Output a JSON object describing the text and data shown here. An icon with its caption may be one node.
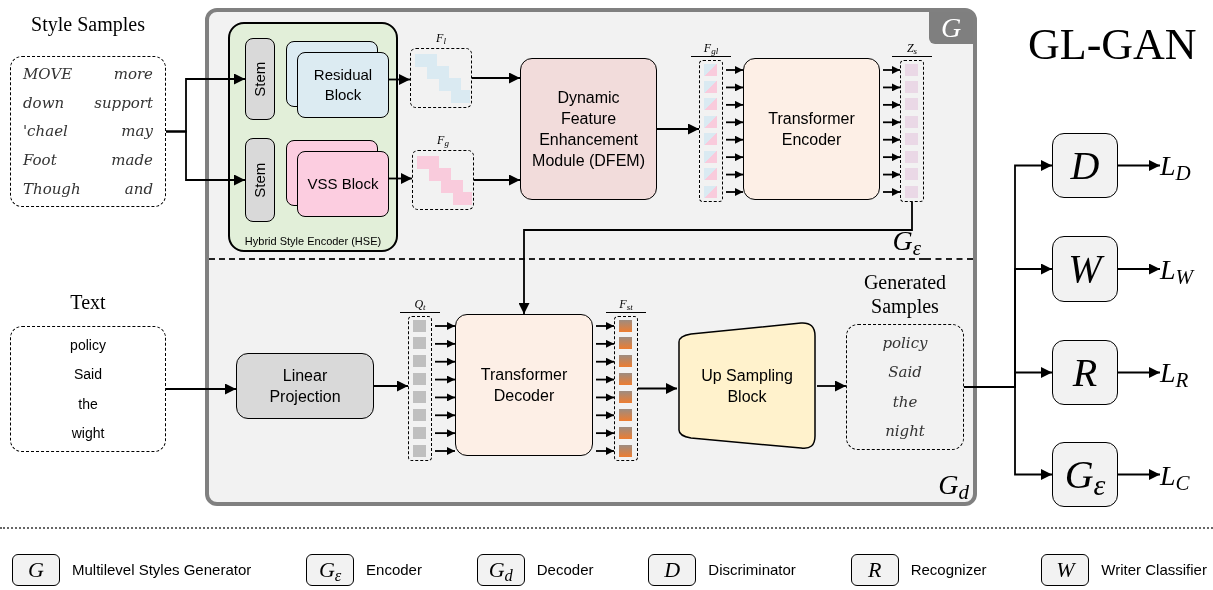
{
  "diagram": {
    "title": "GL-GAN",
    "nodes": [
      {
        "text": [
          "Style Samples",
          "MOVE",
          "more",
          "down",
          "support",
          "'chael",
          "may",
          "Foot",
          "made",
          "Though",
          "and"
        ]
      },
      {
        "text": [
          "G"
        ]
      },
      {
        "text": [
          "G$_{ε}$"
        ],
        "in": 1
      },
      {
        "text": [
          "Hybrid Style Encoder (HSE)"
        ],
        "in": 2
      },
      {
        "text": [
          "Stem"
        ],
        "in": 3
      },
      {
        "text": [
          "Residual Block"
        ],
        "in": 3
      },
      {
        "text": [
          "Stem"
        ],
        "in": 3
      },
      {
        "text": [
          "VSS Block"
        ],
        "in": 3
      },
      {
        "text": [
          "F$_{l}$"
        ],
        "in": 2
      },
      {
        "text": [
          "F$_{g}$"
        ],
        "in": 2
      },
      {
        "text": [
          "Dynamic Feature Enhancement Module (DFEM)"
        ],
        "in": 2
      },
      {
        "text": [
          "F$_{gl}$"
        ],
        "in": 2
      },
      {
        "text": [
          "Transformer Encoder"
        ],
        "in": 2
      },
      {
        "text": [
          "Z$_{s}$"
        ],
        "in": 2
      },
      {
        "text": [
          "Text",
          "policy",
          "Said",
          "the",
          "wight"
        ]
      },
      {
        "text": [
          "G$_{d}$"
        ],
        "in": 1
      },
      {
        "text": [
          "Linear Projection"
        ],
        "in": 15
      },
      {
        "text": [
          "Q$_{t}$"
        ],
        "in": 15
      },
      {
        "text": [
          "Transformer Decoder"
        ],
        "in": 15
      },
      {
        "text": [
          "F$_{st}$"
        ],
        "in": 15
      },
      {
        "text": [
          "Up Sampling Block"
        ],
        "in": 15
      },
      {
        "text": [
          "Generated Samples",
          "policy",
          "Said",
          "the",
          "night"
        ],
        "in": 15
      },
      {
        "text": [
          "D"
        ]
      },
      {
        "text": [
          "W"
        ]
      },
      {
        "text": [
          "R"
        ]
      },
      {
        "text": [
          "G$_{ε}$"
        ]
      },
      {
        "text": [
          "L$_{D}$"
        ]
      },
      {
        "text": [
          "L$_{W}$"
        ]
      },
      {
        "text": [
          "L$_{R}$"
        ]
      },
      {
        "text": [
          "L$_{C}$"
        ]
      }
    ],
    "edges": [
      {
        "from": 0,
        "to": 4,
        "arrow": "to"
      },
      {
        "from": 0,
        "to": 6,
        "arrow": "to"
      },
      {
        "from": 5,
        "to": 8,
        "arrow": "to"
      },
      {
        "from": 7,
        "to": 9,
        "arrow": "to"
      },
      {
        "from": 8,
        "to": 10,
        "arrow": "to"
      },
      {
        "from": 9,
        "to": 10,
        "arrow": "to"
      },
      {
        "from": 10,
        "to": 11,
        "arrow": "to"
      },
      {
        "from": 11,
        "to": 12,
        "arrow": "to"
      },
      {
        "from": 11,
        "to": 12,
        "arrow": "to"
      },
      {
        "from": 11,
        "to": 12,
        "arrow": "to"
      },
      {
        "from": 11,
        "to": 12,
        "arrow": "to"
      },
      {
        "from": 11,
        "to": 12,
        "arrow": "to"
      },
      {
        "from": 11,
        "to": 12,
        "arrow": "to"
      },
      {
        "from": 11,
        "to": 12,
        "arrow": "to"
      },
      {
        "from": 11,
        "to": 12,
        "arrow": "to"
      },
      {
        "from": 12,
        "to": 13,
        "arrow": "to"
      },
      {
        "from": 12,
        "to": 13,
        "arrow": "to"
      },
      {
        "from": 12,
        "to": 13,
        "arrow": "to"
      },
      {
        "from": 12,
        "to": 13,
        "arrow": "to"
      },
      {
        "from": 12,
        "to": 13,
        "arrow": "to"
      },
      {
        "from": 12,
        "to": 13,
        "arrow": "to"
      },
      {
        "from": 12,
        "to": 13,
        "arrow": "to"
      },
      {
        "from": 12,
        "to": 13,
        "arrow": "to"
      },
      {
        "from": 13,
        "to": 18,
        "arrow": "to"
      },
      {
        "from": 14,
        "to": 16,
        "arrow": "to"
      },
      {
        "from": 16,
        "to": 17,
        "arrow": "to"
      },
      {
        "from": 17,
        "to": 18,
        "arrow": "to"
      },
      {
        "from": 17,
        "to": 18,
        "arrow": "to"
      },
      {
        "from": 17,
        "to": 18,
        "arrow": "to"
      },
      {
        "from": 17,
        "to": 18,
        "arrow": "to"
      },
      {
        "from": 17,
        "to": 18,
        "arrow": "to"
      },
      {
        "from": 17,
        "to": 18,
        "arrow": "to"
      },
      {
        "from": 17,
        "to": 18,
        "arrow": "to"
      },
      {
        "from": 17,
        "to": 18,
        "arrow": "to"
      },
      {
        "from": 18,
        "to": 19,
        "arrow": "to"
      },
      {
        "from": 18,
        "to": 19,
        "arrow": "to"
      },
      {
        "from": 18,
        "to": 19,
        "arrow": "to"
      },
      {
        "from": 18,
        "to": 19,
        "arrow": "to"
      },
      {
        "from": 18,
        "to": 19,
        "arrow": "to"
      },
      {
        "from": 18,
        "to": 19,
        "arrow": "to"
      },
      {
        "from": 18,
        "to": 19,
        "arrow": "to"
      },
      {
        "from": 18,
        "to": 19,
        "arrow": "to"
      },
      {
        "from": 19,
        "to": 20,
        "arrow": "to"
      },
      {
        "from": 20,
        "to": 21,
        "arrow": "to"
      },
      {
        "from": 21,
        "to": 22,
        "arrow": "to"
      },
      {
        "from": 21,
        "to": 23,
        "arrow": "to"
      },
      {
        "from": 21,
        "to": 24,
        "arrow": "to"
      },
      {
        "from": 21,
        "to": 25,
        "arrow": "to"
      },
      {
        "from": 22,
        "to": 26,
        "arrow": "to"
      },
      {
        "from": 23,
        "to": 27,
        "arrow": "to"
      },
      {
        "from": 24,
        "to": 28,
        "arrow": "to"
      },
      {
        "from": 25,
        "to": 29,
        "arrow": "to"
      }
    ],
    "labels": [
      "G",
      "G$_{ε}$",
      "G$_{d}$",
      "D",
      "R",
      "W"
    ],
    "legend": [
      {
        "text": "Multilevel Styles Generator"
      },
      {
        "text": "Encoder"
      },
      {
        "text": "Decoder"
      },
      {
        "text": "Discriminator"
      },
      {
        "text": "Recognizer"
      },
      {
        "text": "Writer Classifier"
      }
    ]
  }
}
